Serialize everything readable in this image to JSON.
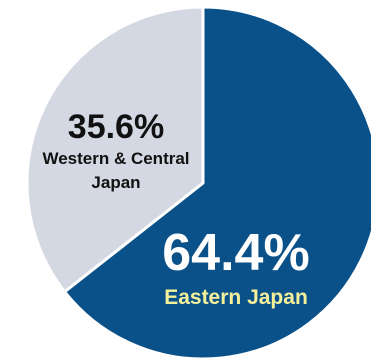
{
  "chart_data": {
    "type": "pie",
    "slices": [
      {
        "category": "Eastern Japan",
        "value": 64.4,
        "value_label": "64.4%",
        "color": "#0a5089",
        "label_color": "#f5f09a",
        "value_color": "#ffffff"
      },
      {
        "category": "Western & Central Japan",
        "value": 35.6,
        "value_label": "35.6%",
        "color": "#d4d8e2",
        "label_color": "#111111",
        "value_color": "#111111"
      }
    ],
    "start": "12 o'clock",
    "direction": "clockwise"
  }
}
